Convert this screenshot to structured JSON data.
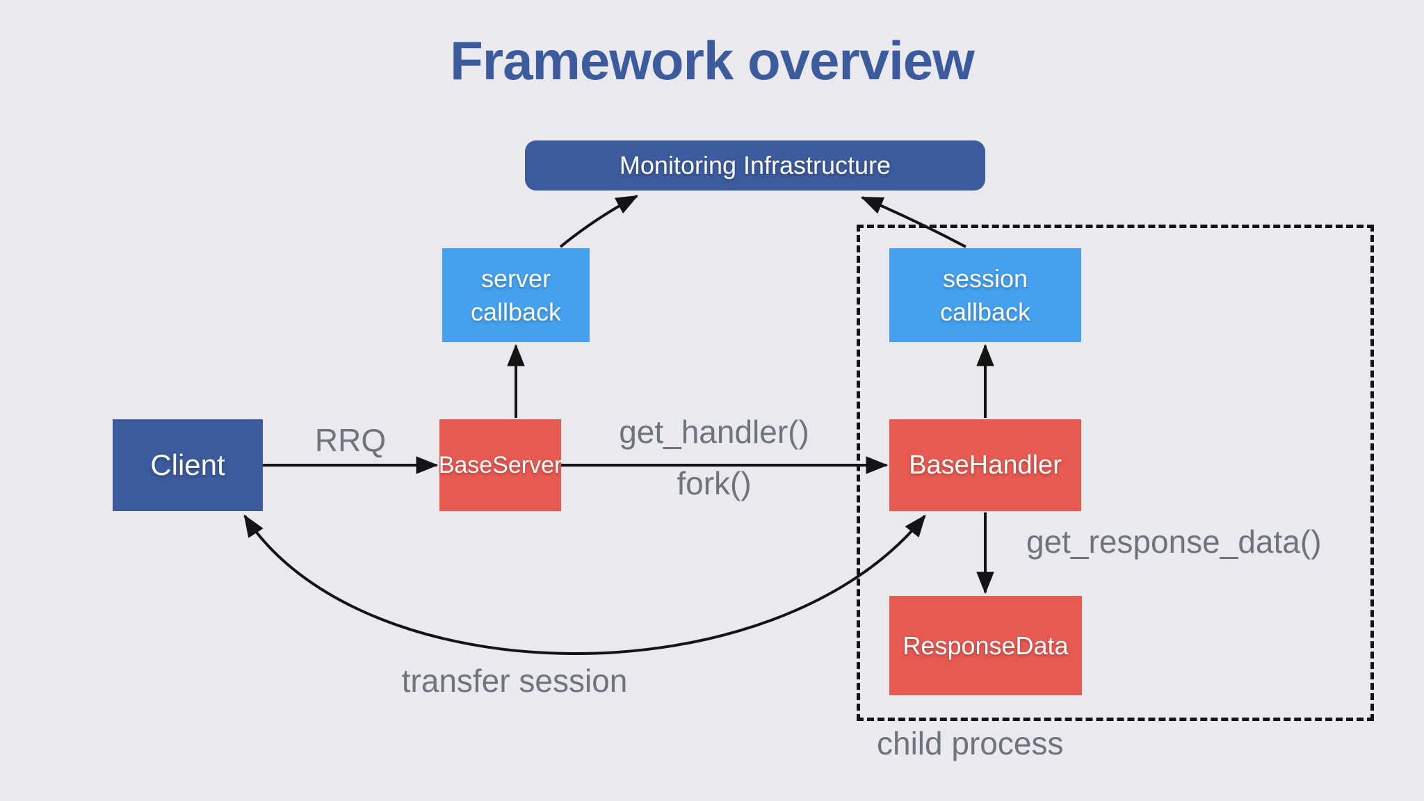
{
  "title": "Framework overview",
  "colors": {
    "background": "#e9e9ee",
    "dark_blue": "#3c5b9d",
    "light_blue": "#45a1ef",
    "red": "#e65a52",
    "label_gray": "#70737c",
    "arrow_black": "#141414",
    "text_white": "#ffffff"
  },
  "nodes": {
    "monitoring": {
      "label": "Monitoring Infrastructure"
    },
    "server_callback": {
      "label": "server callback"
    },
    "session_callback": {
      "label": "session callback"
    },
    "client": {
      "label": "Client"
    },
    "base_server": {
      "label": "BaseServer"
    },
    "base_handler": {
      "label": "BaseHandler"
    },
    "response_data": {
      "label": "ResponseData"
    }
  },
  "edge_labels": {
    "rrq": "RRQ",
    "get_handler": "get_handler()",
    "fork": "fork()",
    "get_response_data": "get_response_data()",
    "transfer_session": "transfer session"
  },
  "containers": {
    "child_process": {
      "label": "child process"
    }
  }
}
